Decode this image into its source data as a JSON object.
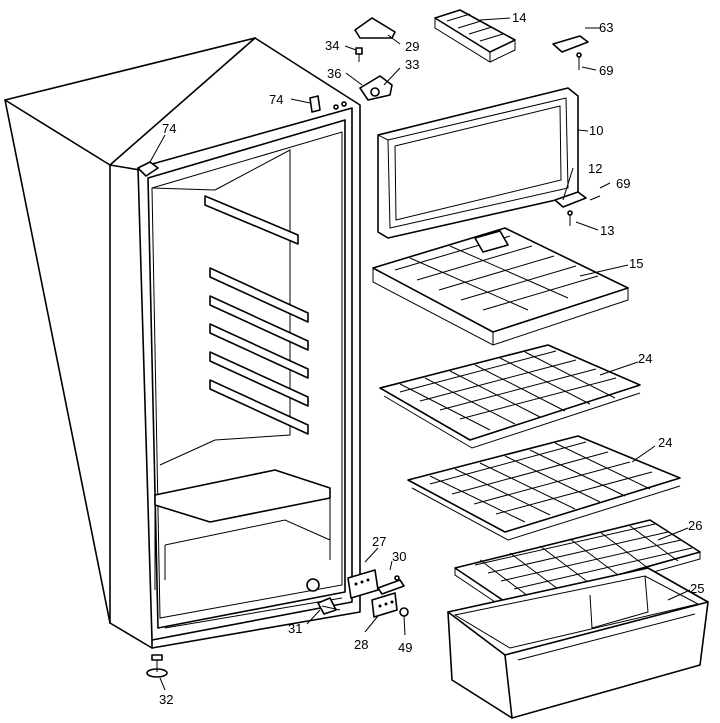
{
  "labels": {
    "p14": "14",
    "p63": "63",
    "p34": "34",
    "p29": "29",
    "p36": "36",
    "p33": "33",
    "p69a": "69",
    "p74a": "74",
    "p74b": "74",
    "p10": "10",
    "p12": "12",
    "p69b": "69",
    "p13": "13",
    "p15": "15",
    "p24a": "24",
    "p24b": "24",
    "p26": "26",
    "p25": "25",
    "p27": "27",
    "p30": "30",
    "p31": "31",
    "p28": "28",
    "p49": "49",
    "p32": "32"
  }
}
